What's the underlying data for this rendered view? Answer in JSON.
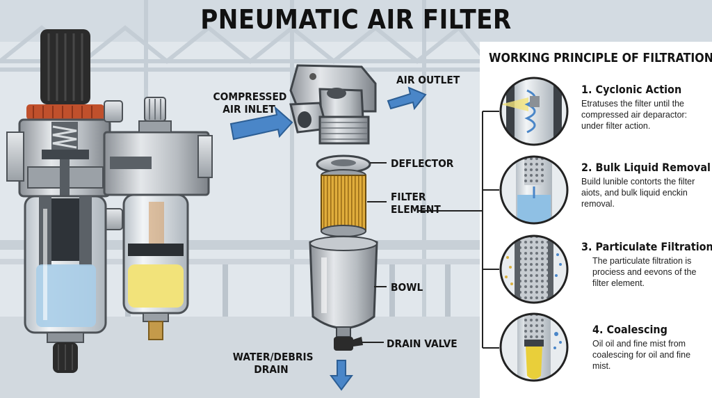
{
  "title": "PNEUMATIC AIR FILTER",
  "labels": {
    "inlet": [
      "COMPRESSED",
      "AIR INLET"
    ],
    "outlet": "AIR OUTLET",
    "deflector": "DEFLECTOR",
    "filter_element": [
      "FILTER",
      "ELEMENT"
    ],
    "bowl": "BOWL",
    "drain_valve": "DRAIN VALVE",
    "water_drain": [
      "WATER/DEBRIS",
      "DRAIN"
    ]
  },
  "panel": {
    "title": "WORKING PRINCIPLE OF FILTRATION",
    "steps": [
      {
        "title": "1. Cyclonic Action",
        "desc": "Etratuses the filter until the compressed air deparactor: under filter action."
      },
      {
        "title": "2. Bulk Liquid Removal",
        "desc": "Build lunible contorts the filter aiots, and bulk liquid enckin removal."
      },
      {
        "title": "3. Particulate Filtration",
        "desc": "The particulate filtration is prociess and eevons of the filter element."
      },
      {
        "title": "4. Coalescing",
        "desc": "Oil oil and fine mist from coalescing for oil and fine mist."
      }
    ]
  },
  "colors": {
    "arrow": "#4a86c8",
    "filter_element": "#d9a534",
    "water": "#a9cde8",
    "oil": "#f2e37a",
    "knob_accent": "#c0502c"
  }
}
